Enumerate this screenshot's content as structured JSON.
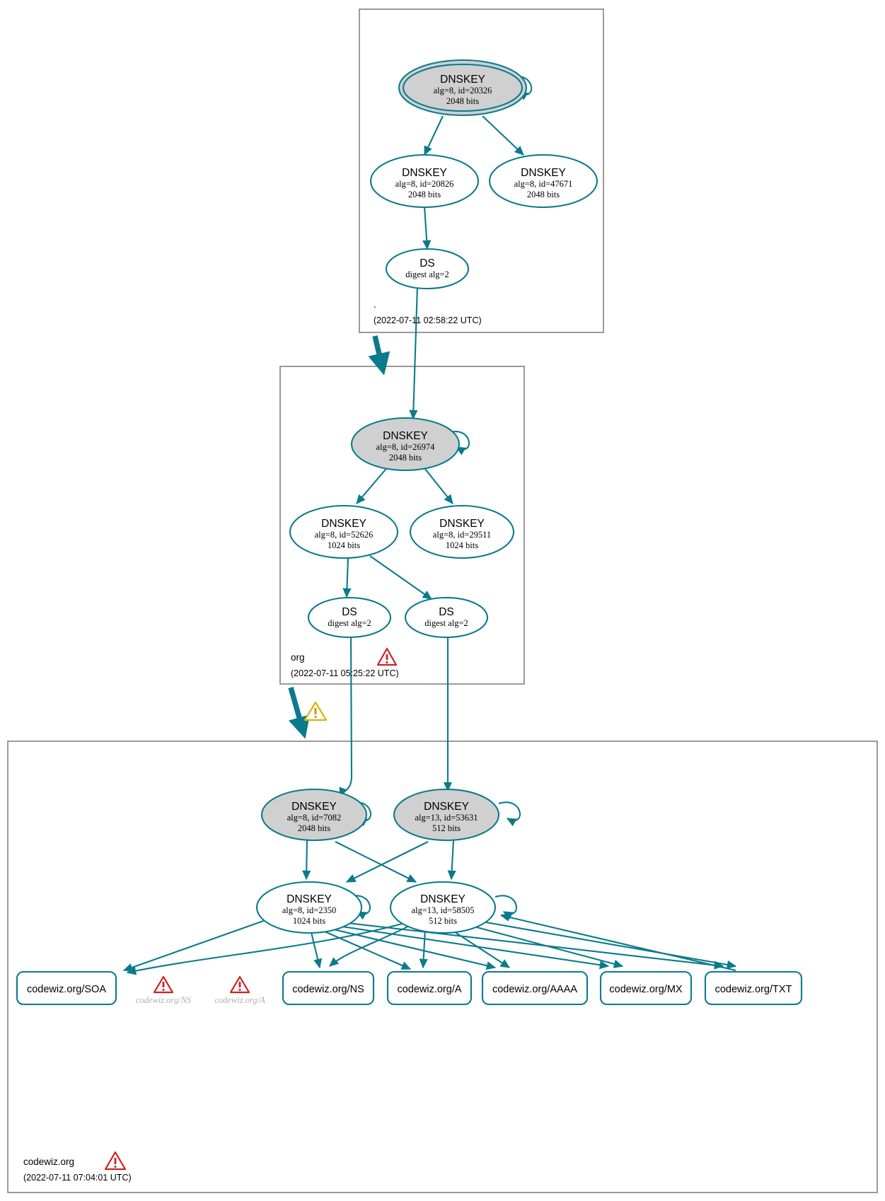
{
  "diagram": {
    "type": "dnssec-authentication-chain",
    "title": "DNSSEC authentication chain for codewiz.org",
    "accent_color": "#0a7b8c",
    "sep_fill": "#d0d0d0",
    "zone_border": "#808080",
    "warning_error_color": "#cc2222",
    "warning_warn_color": "#e0b000"
  },
  "zones": [
    {
      "id": "root",
      "name": ".",
      "timestamp": "(2022-07-11 02:58:22 UTC)",
      "status_icon": null,
      "nodes": [
        {
          "id": "root-ksk-20326",
          "kind": "DNSKEY",
          "title": "DNSKEY",
          "line1": "alg=8, id=20326",
          "line2": "2048 bits",
          "alg": 8,
          "key_id": 20326,
          "bits": 2048,
          "sep": true,
          "trust_anchor": true
        },
        {
          "id": "root-zsk-20826",
          "kind": "DNSKEY",
          "title": "DNSKEY",
          "line1": "alg=8, id=20826",
          "line2": "2048 bits",
          "alg": 8,
          "key_id": 20826,
          "bits": 2048,
          "sep": false,
          "trust_anchor": false
        },
        {
          "id": "root-zsk-47671",
          "kind": "DNSKEY",
          "title": "DNSKEY",
          "line1": "alg=8, id=47671",
          "line2": "2048 bits",
          "alg": 8,
          "key_id": 47671,
          "bits": 2048,
          "sep": false,
          "trust_anchor": false
        },
        {
          "id": "root-ds-1",
          "kind": "DS",
          "title": "DS",
          "line1": "digest alg=2",
          "line2": "",
          "digest_alg": 2
        }
      ]
    },
    {
      "id": "org",
      "name": "org",
      "timestamp": "(2022-07-11 05:25:22 UTC)",
      "status_icon": "error-triangle",
      "nodes": [
        {
          "id": "org-ksk-26974",
          "kind": "DNSKEY",
          "title": "DNSKEY",
          "line1": "alg=8, id=26974",
          "line2": "2048 bits",
          "alg": 8,
          "key_id": 26974,
          "bits": 2048,
          "sep": true,
          "trust_anchor": false
        },
        {
          "id": "org-zsk-52626",
          "kind": "DNSKEY",
          "title": "DNSKEY",
          "line1": "alg=8, id=52626",
          "line2": "1024 bits",
          "alg": 8,
          "key_id": 52626,
          "bits": 1024,
          "sep": false,
          "trust_anchor": false
        },
        {
          "id": "org-zsk-29511",
          "kind": "DNSKEY",
          "title": "DNSKEY",
          "line1": "alg=8, id=29511",
          "line2": "1024 bits",
          "alg": 8,
          "key_id": 29511,
          "bits": 1024,
          "sep": false,
          "trust_anchor": false
        },
        {
          "id": "org-ds-1",
          "kind": "DS",
          "title": "DS",
          "line1": "digest alg=2",
          "line2": "",
          "digest_alg": 2
        },
        {
          "id": "org-ds-2",
          "kind": "DS",
          "title": "DS",
          "line1": "digest alg=2",
          "line2": "",
          "digest_alg": 2
        }
      ]
    },
    {
      "id": "codewiz",
      "name": "codewiz.org",
      "timestamp": "(2022-07-11 07:04:01 UTC)",
      "status_icon": "error-triangle",
      "nodes": [
        {
          "id": "cw-ksk-7082",
          "kind": "DNSKEY",
          "title": "DNSKEY",
          "line1": "alg=8, id=7082",
          "line2": "2048 bits",
          "alg": 8,
          "key_id": 7082,
          "bits": 2048,
          "sep": true,
          "trust_anchor": false
        },
        {
          "id": "cw-ksk-53631",
          "kind": "DNSKEY",
          "title": "DNSKEY",
          "line1": "alg=13, id=53631",
          "line2": "512 bits",
          "alg": 13,
          "key_id": 53631,
          "bits": 512,
          "sep": true,
          "trust_anchor": false
        },
        {
          "id": "cw-zsk-2350",
          "kind": "DNSKEY",
          "title": "DNSKEY",
          "line1": "alg=8, id=2350",
          "line2": "1024 bits",
          "alg": 8,
          "key_id": 2350,
          "bits": 1024,
          "sep": false,
          "trust_anchor": false
        },
        {
          "id": "cw-zsk-58505",
          "kind": "DNSKEY",
          "title": "DNSKEY",
          "line1": "alg=13, id=58505",
          "line2": "512 bits",
          "alg": 13,
          "key_id": 58505,
          "bits": 512,
          "sep": false,
          "trust_anchor": false
        }
      ]
    }
  ],
  "rrsets": [
    {
      "id": "rr-soa",
      "label": "codewiz.org/SOA"
    },
    {
      "id": "rr-ns",
      "label": "codewiz.org/NS"
    },
    {
      "id": "rr-a",
      "label": "codewiz.org/A"
    },
    {
      "id": "rr-aaaa",
      "label": "codewiz.org/AAAA"
    },
    {
      "id": "rr-mx",
      "label": "codewiz.org/MX"
    },
    {
      "id": "rr-txt",
      "label": "codewiz.org/TXT"
    }
  ],
  "ghost_rrsets": [
    {
      "id": "ghost-ns",
      "label": "codewiz.org/NS",
      "status_icon": "error-triangle"
    },
    {
      "id": "ghost-a",
      "label": "codewiz.org/A",
      "status_icon": "error-triangle"
    }
  ],
  "delegation_warnings": [
    {
      "id": "delegation-org-to-codewiz",
      "icon": "warning-triangle",
      "color": "#e0b000"
    }
  ]
}
